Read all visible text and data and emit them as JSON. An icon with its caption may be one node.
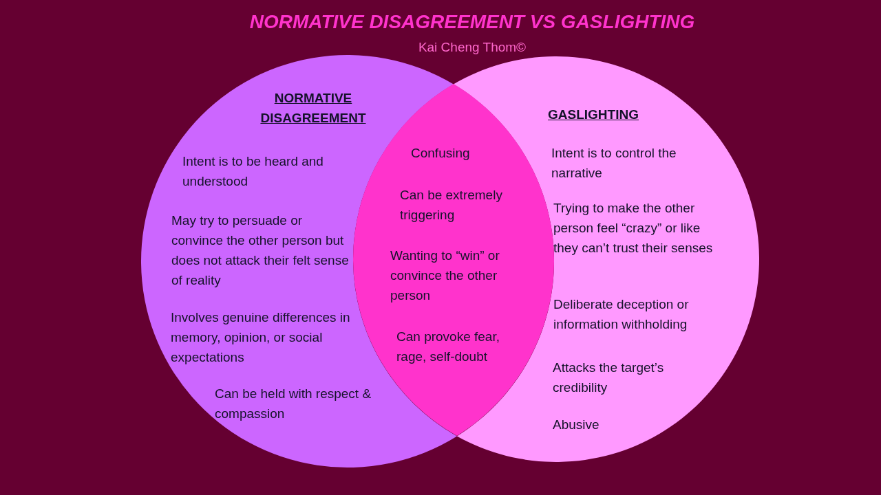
{
  "diagram": {
    "title": "NORMATIVE DISAGREEMENT VS GASLIGHTING",
    "nodes": [
      {
        "text": [
          "NORMATIVE DISAGREEMENT",
          "Intent is to be heard and understood",
          "May try to persuade or convince the other person but does not attack their felt sense of reality",
          "Involves genuine differences in memory, opinion, or social expectations",
          "Can be held with respect & compassion"
        ]
      },
      {
        "text": [
          "Confusing",
          "Can be extremely triggering",
          "Wanting to “win” or convince the other person",
          "Can provoke fear, rage, self-doubt"
        ]
      },
      {
        "text": [
          "GASLIGHTING",
          "Intent is to control the narrative",
          "Trying to make the other person feel “crazy” or like they can’t trust their senses",
          "Deliberate deception or information withholding",
          "Attacks the target’s credibility",
          "Abusive"
        ]
      }
    ],
    "labels": [
      "Kai Cheng Thom©"
    ]
  }
}
